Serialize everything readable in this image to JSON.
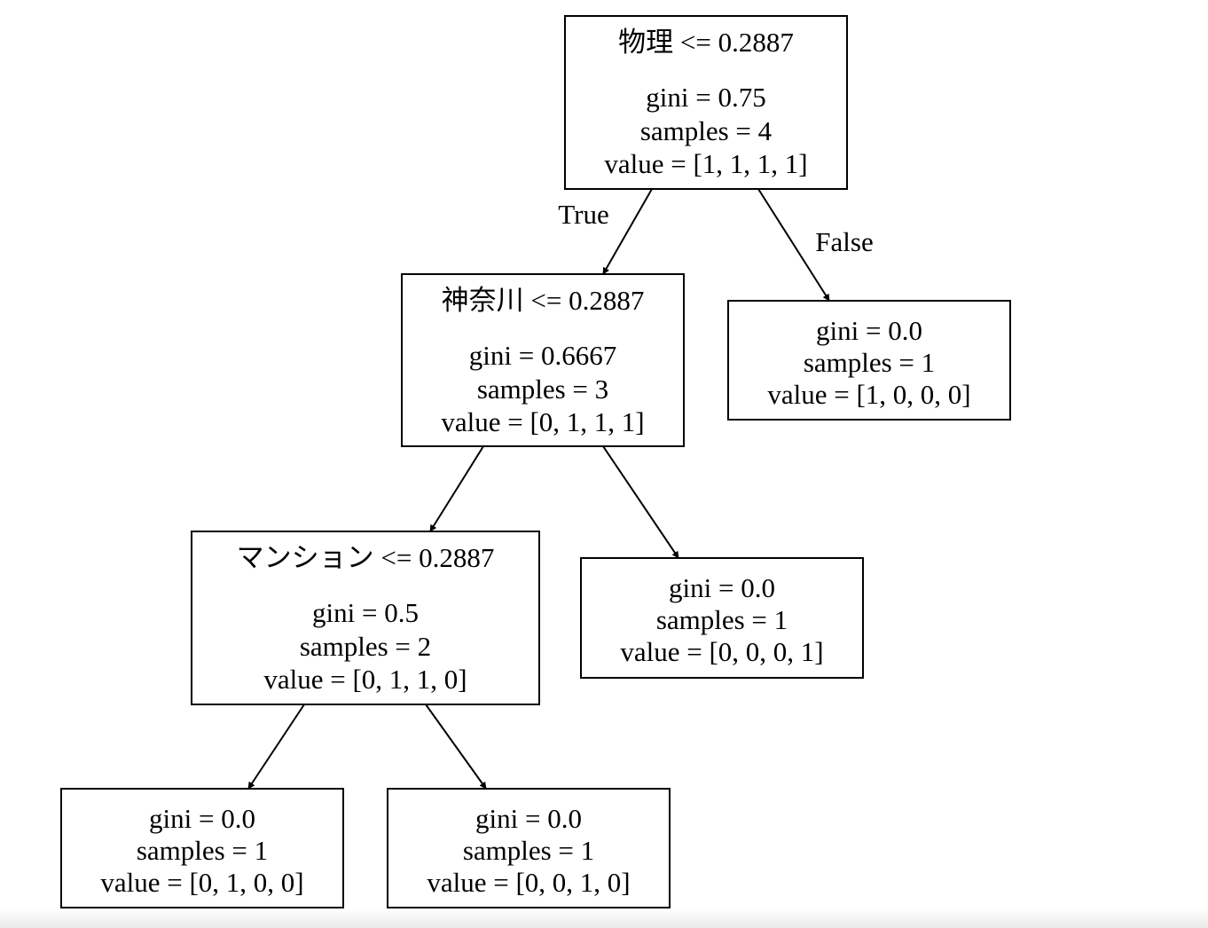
{
  "nodes": [
    {
      "id": "n0",
      "split": "物理 <= 0.2887",
      "gini": "gini = 0.75",
      "samples": "samples = 4",
      "value": "value = [1, 1, 1, 1]"
    },
    {
      "id": "n1",
      "split": "神奈川 <= 0.2887",
      "gini": "gini = 0.6667",
      "samples": "samples = 3",
      "value": "value = [0, 1, 1, 1]"
    },
    {
      "id": "n2",
      "split": "",
      "gini": "gini = 0.0",
      "samples": "samples = 1",
      "value": "value = [1, 0, 0, 0]"
    },
    {
      "id": "n3",
      "split": "マンション <= 0.2887",
      "gini": "gini = 0.5",
      "samples": "samples = 2",
      "value": "value = [0, 1, 1, 0]"
    },
    {
      "id": "n4",
      "split": "",
      "gini": "gini = 0.0",
      "samples": "samples = 1",
      "value": "value = [0, 0, 0, 1]"
    },
    {
      "id": "n5",
      "split": "",
      "gini": "gini = 0.0",
      "samples": "samples = 1",
      "value": "value = [0, 1, 0, 0]"
    },
    {
      "id": "n6",
      "split": "",
      "gini": "gini = 0.0",
      "samples": "samples = 1",
      "value": "value = [0, 0, 1, 0]"
    }
  ],
  "edges": [
    {
      "from": "n0",
      "to": "n1",
      "label": "True"
    },
    {
      "from": "n0",
      "to": "n2",
      "label": "False"
    },
    {
      "from": "n1",
      "to": "n3",
      "label": ""
    },
    {
      "from": "n1",
      "to": "n4",
      "label": ""
    },
    {
      "from": "n3",
      "to": "n5",
      "label": ""
    },
    {
      "from": "n3",
      "to": "n6",
      "label": ""
    }
  ]
}
